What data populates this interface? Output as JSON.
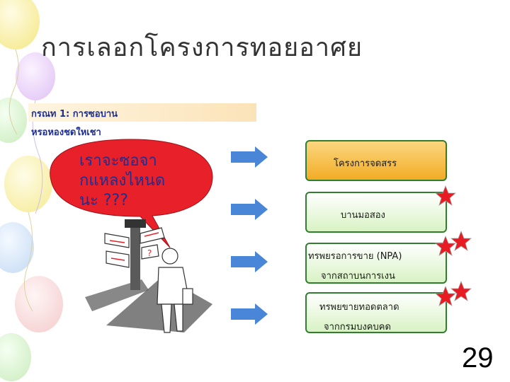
{
  "slide": {
    "title": "การเลอกโครงการทอยอาศย",
    "case_heading": "กรณท 1: การซอบาน",
    "case_subheading": "หรอหองชดใหเชา",
    "bubble_lines": [
      "เราจะซอจา",
      "กแหลงไหนด",
      "นะ ???"
    ],
    "options": [
      {
        "lines": [
          "โครงการจดสรร"
        ],
        "starred": 0
      },
      {
        "lines": [
          "บานมอสอง"
        ],
        "starred": 1
      },
      {
        "lines": [
          "ทรพยรอการขาย (NPA)",
          "จากสถาบนการเงน"
        ],
        "starred": 2
      },
      {
        "lines": [
          "ทรพยขายทอดตลาด",
          "จากกรมบงคบคด"
        ],
        "starred": 2
      }
    ],
    "page_number": "29",
    "colors": {
      "title": "#333333",
      "case_text": "#1f2f8f",
      "bubble_fill": "#e8202a",
      "arrow": "#4a86d8",
      "box_border": "#2f7f2f",
      "box_1_fill": "#f5b93a",
      "box_green_fill": "#e8f7d8",
      "star": "#e81b23"
    }
  }
}
